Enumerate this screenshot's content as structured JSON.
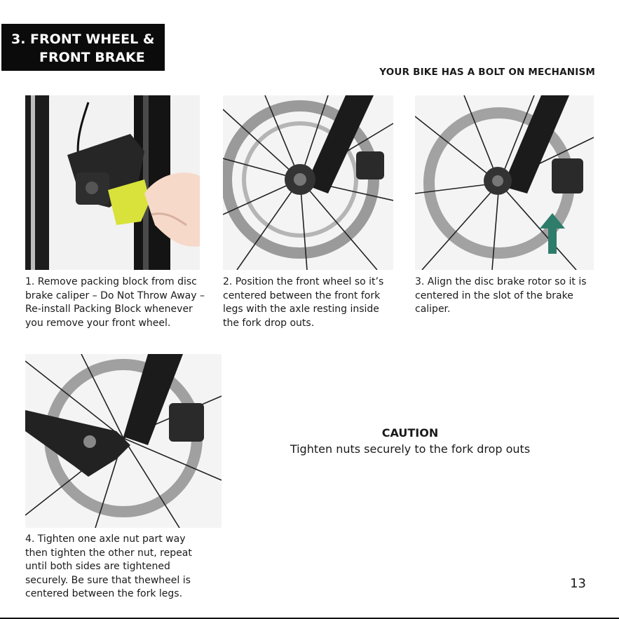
{
  "header": {
    "section_line1": "3. FRONT WHEEL &",
    "section_line2": "FRONT BRAKE",
    "mechanism_note": "YOUR BIKE HAS A BOLT ON MECHANISM"
  },
  "steps": [
    {
      "text": "1. Remove packing block from disc brake caliper – Do Not Throw Away – Re-install Packing Block whenever you remove your front wheel."
    },
    {
      "text": "2. Position the front wheel so it’s centered between the front fork legs with the axle resting inside the fork drop outs."
    },
    {
      "text": "3. Align the disc brake rotor so it is centered in the slot of the brake caliper."
    },
    {
      "text": "4. Tighten one axle nut part way then tighten the other nut, repeat until both sides are tightened securely. Be sure that thewheel is centered between the fork legs."
    }
  ],
  "caution": {
    "heading": "CAUTION",
    "text": "Tighten nuts securely to the fork drop outs"
  },
  "page_number": "13",
  "colors": {
    "title_bg": "#0b0b0b",
    "arrow": "#2e7d6b",
    "packing_block": "#d8e23a"
  }
}
